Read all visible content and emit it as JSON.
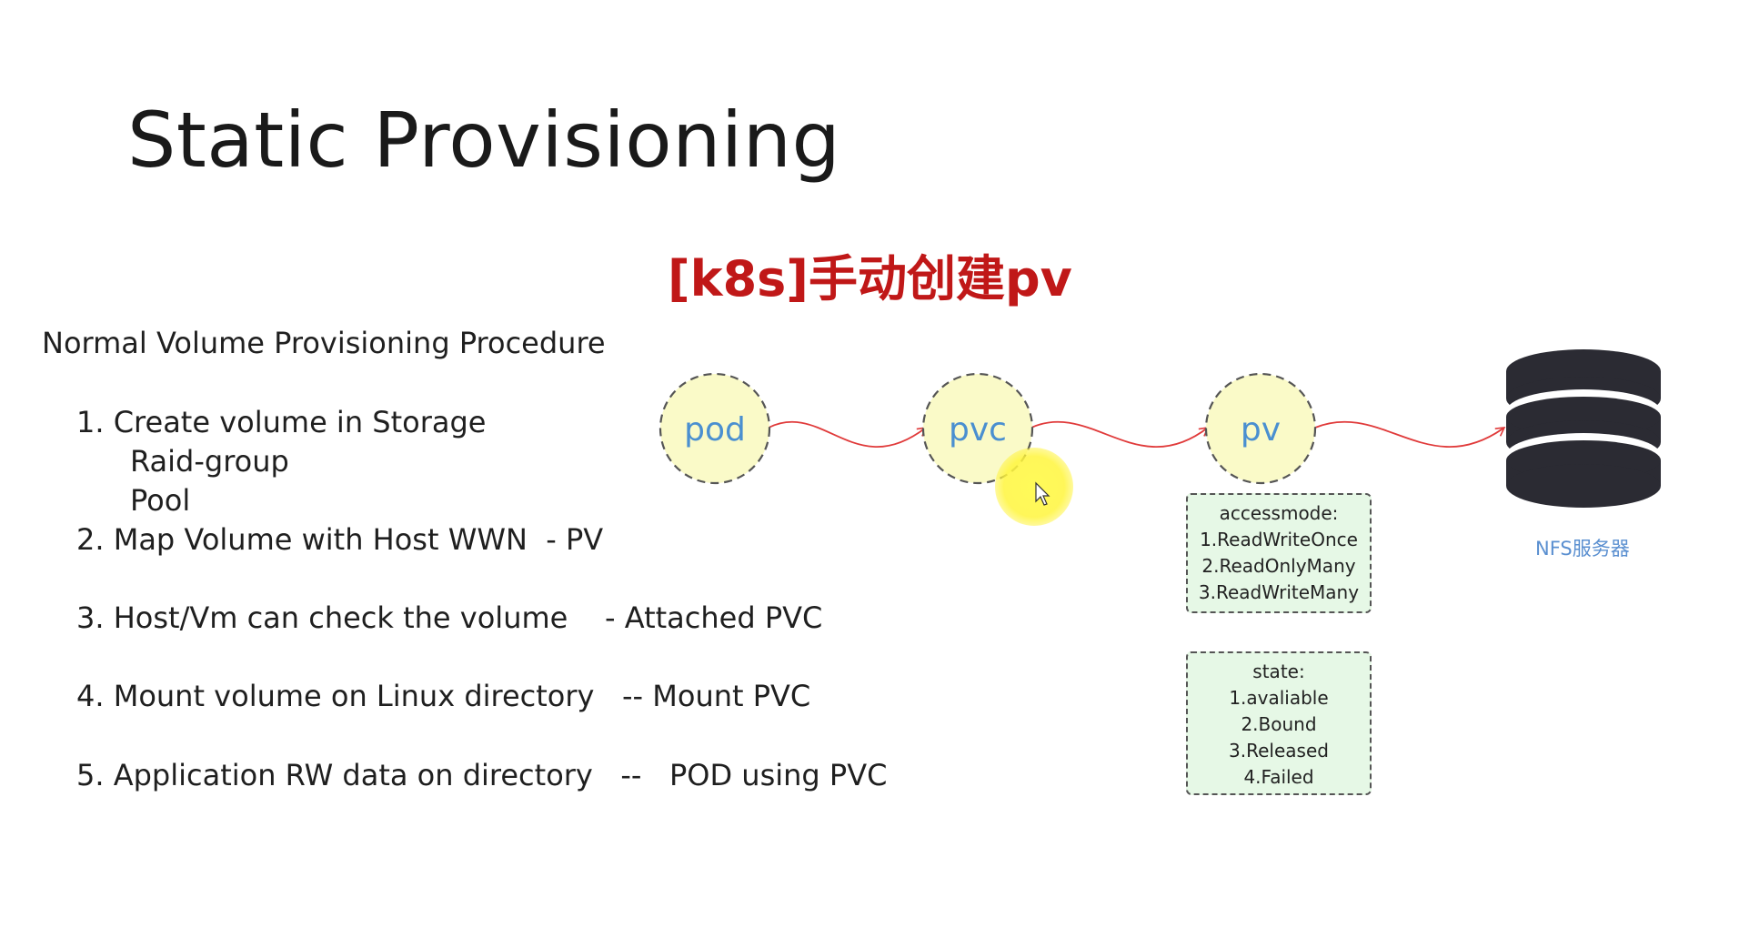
{
  "slide": {
    "title": "Static Provisioning",
    "cn_title": "[k8s]手动创建pv",
    "procedure_heading": "Normal Volume Provisioning Procedure",
    "steps": [
      "1. Create volume in Storage",
      "Raid-group",
      "Pool",
      "2. Map Volume with Host WWN  - PV",
      "3. Host/Vm can check the volume    - Attached PVC",
      "4. Mount volume on Linux directory   -- Mount PVC",
      "5. Application RW data on directory   --   POD using PVC"
    ]
  },
  "diagram": {
    "nodes": [
      "pod",
      "pvc",
      "pv"
    ],
    "storage_label": "NFS服务器",
    "accessmode": {
      "heading": "accessmode:",
      "items": [
        "1.ReadWriteOnce",
        "2.ReadOnlyMany",
        "3.ReadWriteMany"
      ]
    },
    "state": {
      "heading": "state:",
      "items": [
        "1.avaliable",
        "2.Bound",
        "3.Released",
        "4.Failed"
      ]
    },
    "colors": {
      "node_fill": "#fafac8",
      "node_text": "#4a8fd0",
      "arrow": "#e03a3a",
      "box_fill": "#e6f8e6",
      "db_icon": "#2b2b33",
      "cn_title": "#c01818"
    }
  }
}
